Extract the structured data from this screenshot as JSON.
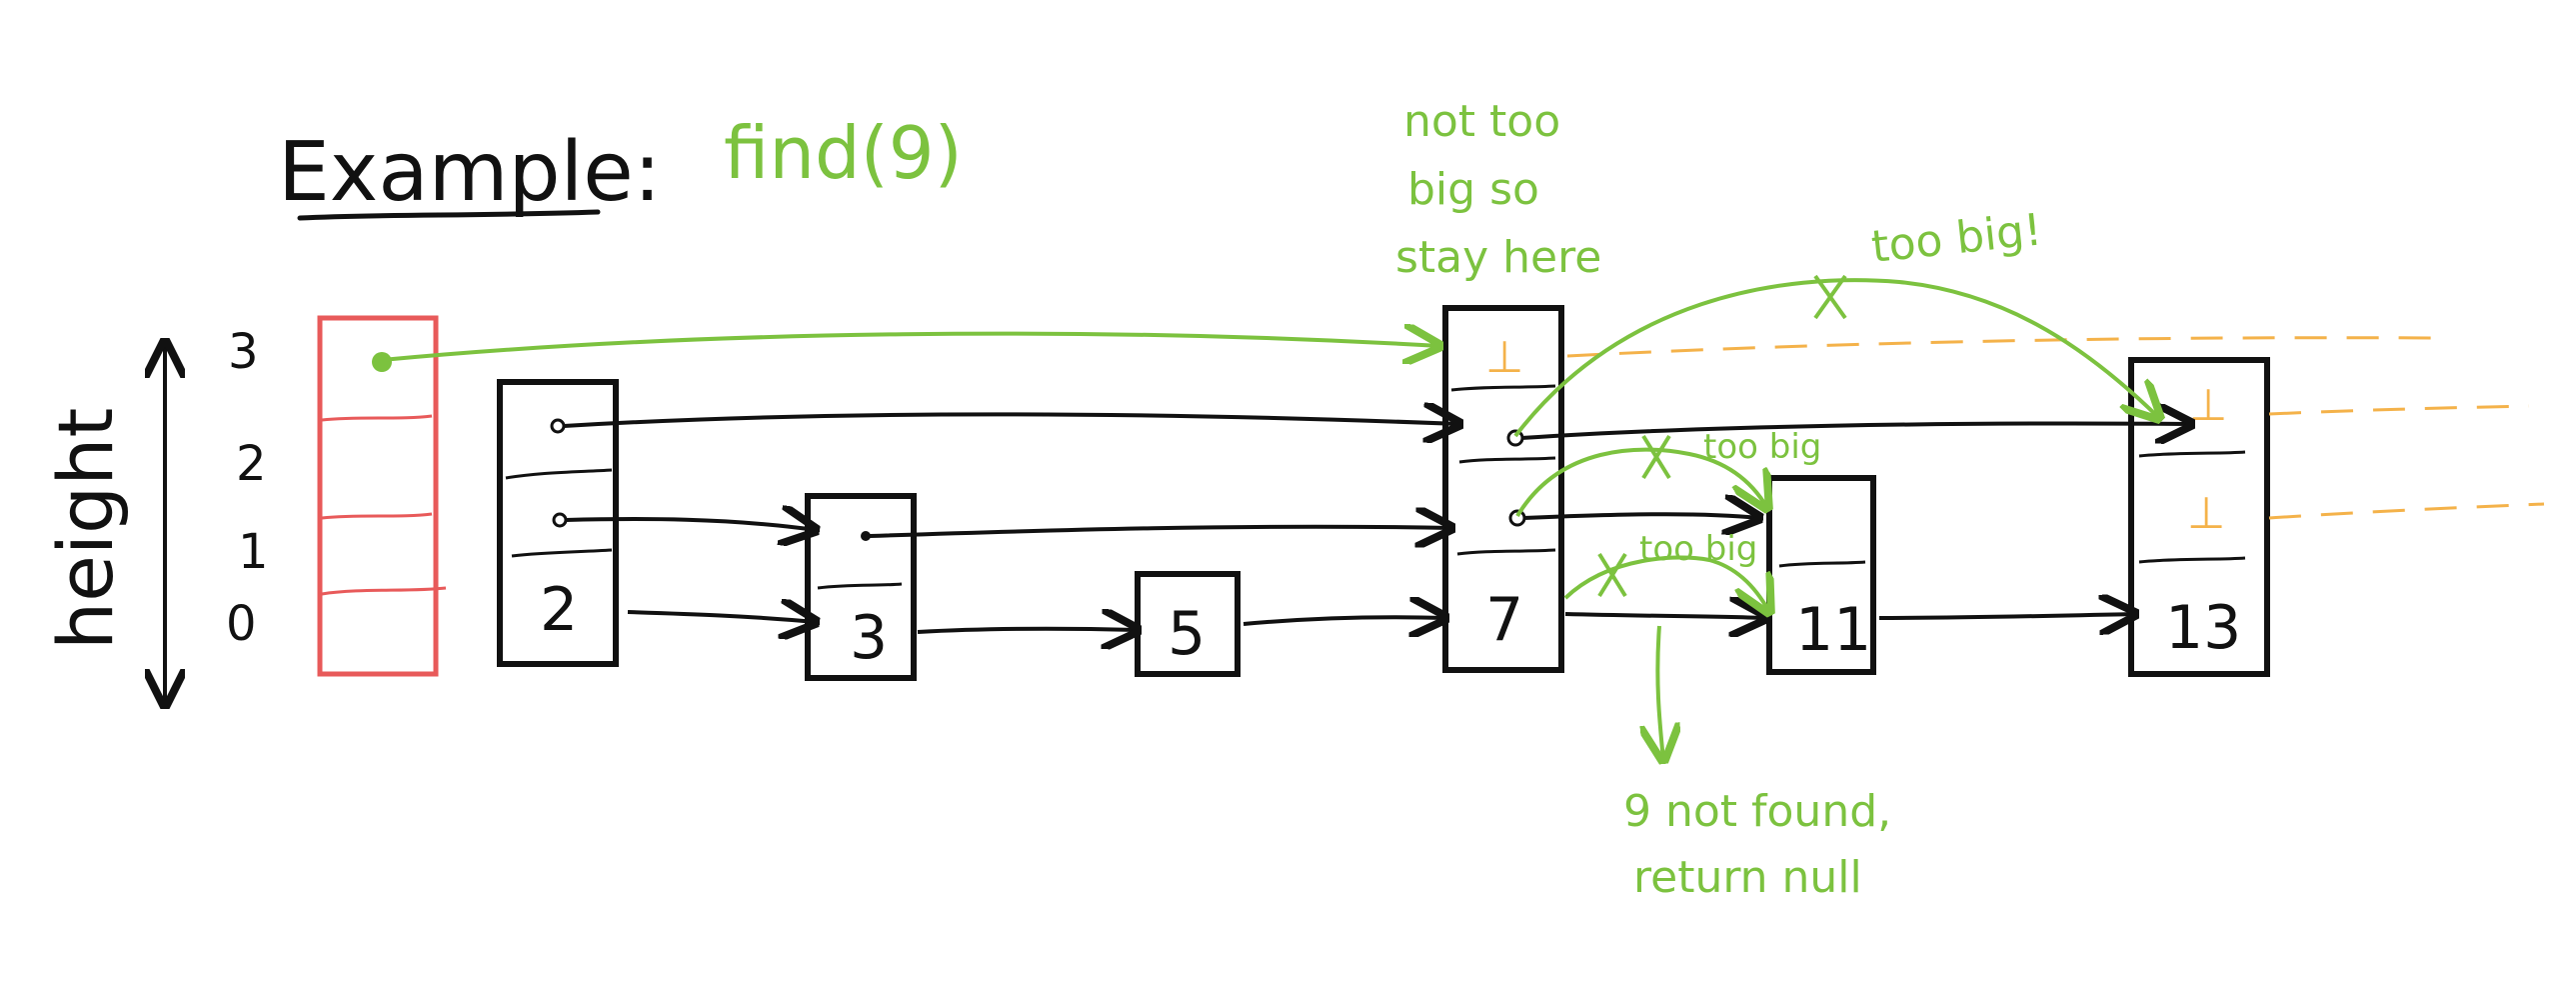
{
  "header": {
    "title": "Example:",
    "operation": "find(9)"
  },
  "axis": {
    "label": "height",
    "levels": [
      "3",
      "2",
      "1",
      "0"
    ]
  },
  "nodes": [
    {
      "name": "head",
      "value": ""
    },
    {
      "name": "node-2",
      "value": "2"
    },
    {
      "name": "node-3",
      "value": "3"
    },
    {
      "name": "node-5",
      "value": "5"
    },
    {
      "name": "node-7",
      "value": "7"
    },
    {
      "name": "node-11",
      "value": "11"
    },
    {
      "name": "node-13",
      "value": "13"
    }
  ],
  "null_marker": "⊥",
  "annotations": {
    "stay_here": [
      "not too",
      "big so",
      "stay here"
    ],
    "too_big_top": "too big!",
    "too_big_mid": "too big",
    "too_big_low": "too big",
    "result": [
      "9  not found,",
      "return null"
    ]
  },
  "colors": {
    "green": "#7cc23f",
    "red": "#e85a5a",
    "orange": "#f4b24a",
    "black": "#111111"
  }
}
